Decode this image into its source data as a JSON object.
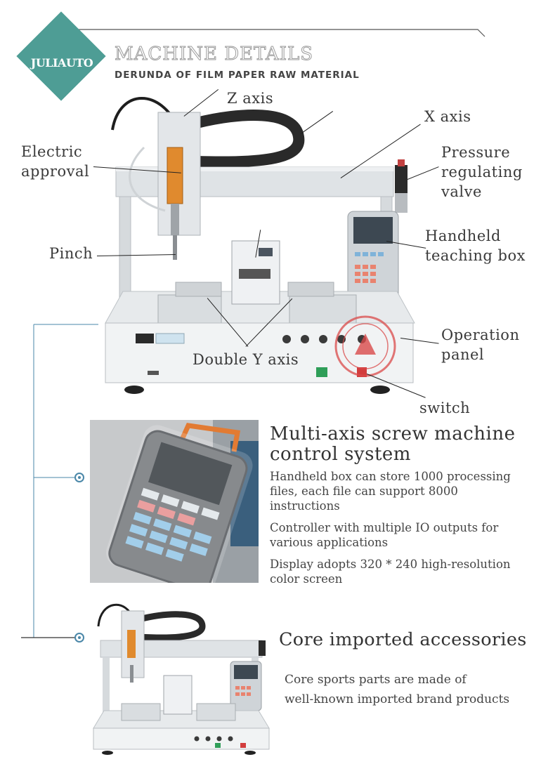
{
  "header": {
    "brand": "JULIAUTO",
    "title": "MACHINE DETAILS",
    "subtitle": "DERUNDA OF FILM PAPER RAW MATERIAL"
  },
  "callouts": {
    "z_axis": "Z axis",
    "x_axis": "X axis",
    "electric_approval_1": "Electric",
    "electric_approval_2": "approval",
    "pressure_valve_1": "Pressure",
    "pressure_valve_2": "regulating",
    "pressure_valve_3": "valve",
    "pinch": "Pinch",
    "teaching_box_1": "Handheld",
    "teaching_box_2": "teaching box",
    "operation_panel_1": "Operation",
    "operation_panel_2": "panel",
    "double_y_axis": "Double Y axis",
    "switch": "switch"
  },
  "section1": {
    "title_1": "Multi-axis screw machine",
    "title_2": "control system",
    "p1_1": "Handheld box can store 1000 processing",
    "p1_2": "files, each file can support 8000",
    "p1_3": "instructions",
    "p2_1": "Controller with multiple IO outputs for",
    "p2_2": "various applications",
    "p3_1": "Display adopts 320 * 240 high-resolution",
    "p3_2": "color screen"
  },
  "section2": {
    "title": "Core imported accessories",
    "p1_1": "Core sports parts are made of",
    "p1_2": "well-known imported brand products"
  },
  "colors": {
    "brand_teal": "#4e9d95",
    "timeline_blue": "#4a87a8",
    "machine_frame": "#d9dde0",
    "stamp_red": "#d94a4a"
  }
}
